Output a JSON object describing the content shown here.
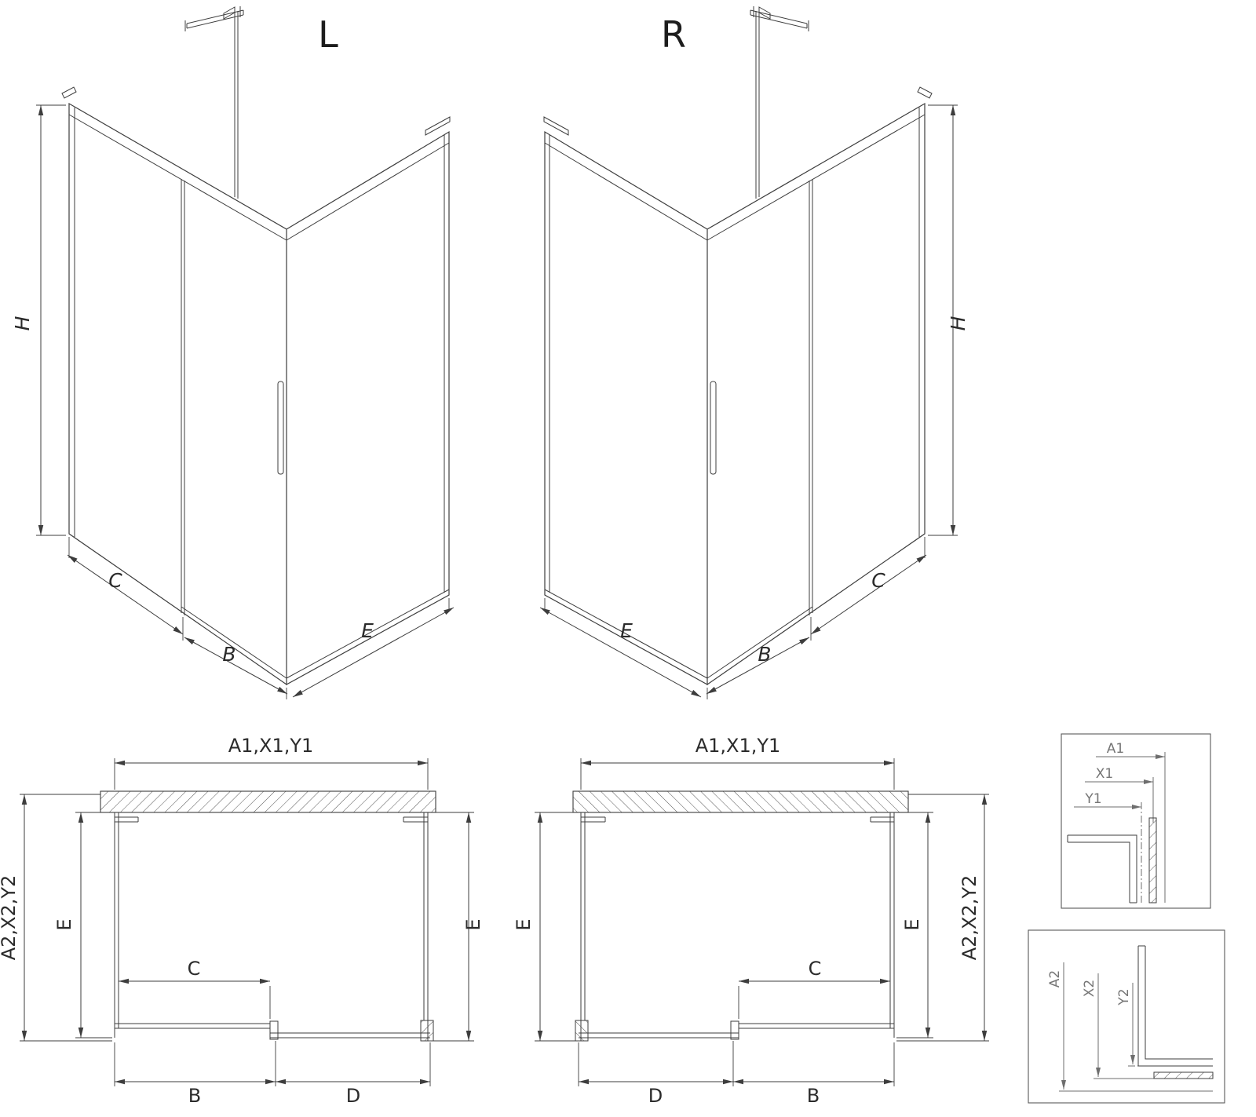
{
  "drawing": {
    "type": "shower-enclosure-technical-drawing",
    "line_color": "#3d3d3d",
    "background": "#ffffff"
  },
  "iso_left": {
    "variant_label": "L",
    "dims": {
      "h": "H",
      "c": "C",
      "b": "B",
      "e": "E"
    }
  },
  "iso_right": {
    "variant_label": "R",
    "dims": {
      "h": "H",
      "c": "C",
      "b": "B",
      "e": "E"
    }
  },
  "plan_left": {
    "dims": {
      "a1": "A1,X1,Y1",
      "a2": "A2,X2,Y2",
      "e_left": "E",
      "e_right": "E",
      "c": "C",
      "b": "B",
      "d": "D"
    }
  },
  "plan_right": {
    "dims": {
      "a1": "A1,X1,Y1",
      "a2": "A2,X2,Y2",
      "e_left": "E",
      "e_right": "E",
      "c": "C",
      "b": "B",
      "d": "D"
    }
  },
  "detail_width": {
    "dims": {
      "a1": "A1",
      "x1": "X1",
      "y1": "Y1"
    }
  },
  "detail_depth": {
    "dims": {
      "a2": "A2",
      "x2": "X2",
      "y2": "Y2"
    }
  }
}
